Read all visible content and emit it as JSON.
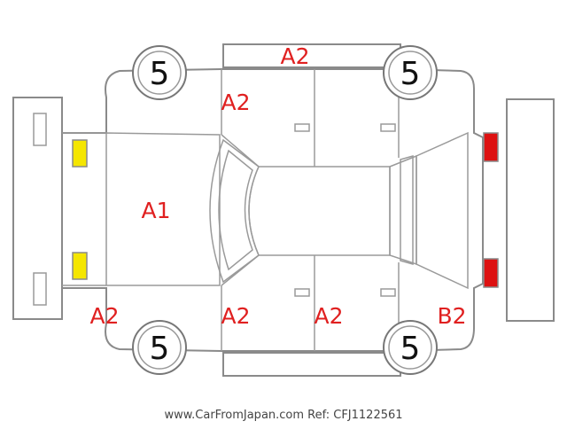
{
  "diagram": {
    "damage_marks": [
      {
        "id": "mark-roof-top",
        "label": "A2"
      },
      {
        "id": "mark-left-front-door",
        "label": "A2"
      },
      {
        "id": "mark-hood",
        "label": "A1"
      },
      {
        "id": "mark-front-bumper",
        "label": "A2"
      },
      {
        "id": "mark-right-front-door",
        "label": "A2"
      },
      {
        "id": "mark-right-rear-door",
        "label": "A2"
      },
      {
        "id": "mark-rear-quarter",
        "label": "B2"
      }
    ],
    "tires": [
      {
        "id": "tire-front-left",
        "label": "5"
      },
      {
        "id": "tire-rear-left",
        "label": "5"
      },
      {
        "id": "tire-front-right",
        "label": "5"
      },
      {
        "id": "tire-rear-right",
        "label": "5"
      }
    ],
    "lights": {
      "front_color": "#f5e600",
      "rear_color": "#dd1111"
    },
    "mark_color": "#e02020"
  },
  "footer": {
    "text": "www.CarFromJapan.com Ref: CFJ1122561"
  }
}
